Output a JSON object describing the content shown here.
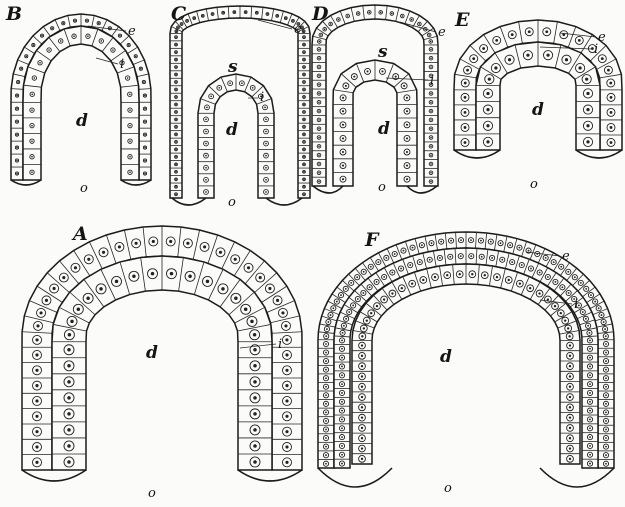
{
  "figure": {
    "background": "#fbfbf9",
    "ink": "#1b1b1b"
  },
  "panels": [
    {
      "id": "B",
      "label": "B",
      "parts": [
        {
          "key": "e",
          "text": "e"
        },
        {
          "key": "i",
          "text": "i"
        },
        {
          "key": "d",
          "text": "d"
        },
        {
          "key": "o",
          "text": "o"
        }
      ]
    },
    {
      "id": "C",
      "label": "C",
      "parts": [
        {
          "key": "e",
          "text": "e"
        },
        {
          "key": "s",
          "text": "s"
        },
        {
          "key": "i",
          "text": "i"
        },
        {
          "key": "d",
          "text": "d"
        },
        {
          "key": "o",
          "text": "o"
        }
      ]
    },
    {
      "id": "D",
      "label": "D",
      "parts": [
        {
          "key": "e",
          "text": "e"
        },
        {
          "key": "s",
          "text": "s"
        },
        {
          "key": "i",
          "text": "i"
        },
        {
          "key": "d",
          "text": "d"
        },
        {
          "key": "o",
          "text": "o"
        }
      ]
    },
    {
      "id": "E",
      "label": "E",
      "parts": [
        {
          "key": "e",
          "text": "e"
        },
        {
          "key": "i",
          "text": "i"
        },
        {
          "key": "d",
          "text": "d"
        },
        {
          "key": "o",
          "text": "o"
        }
      ]
    },
    {
      "id": "A",
      "label": "A",
      "parts": [
        {
          "key": "i",
          "text": "i"
        },
        {
          "key": "d",
          "text": "d"
        },
        {
          "key": "o",
          "text": "o"
        }
      ]
    },
    {
      "id": "F",
      "label": "F",
      "parts": [
        {
          "key": "e",
          "text": "e"
        },
        {
          "key": "i",
          "text": "i"
        },
        {
          "key": "d",
          "text": "d"
        },
        {
          "key": "o",
          "text": "o"
        }
      ]
    }
  ]
}
